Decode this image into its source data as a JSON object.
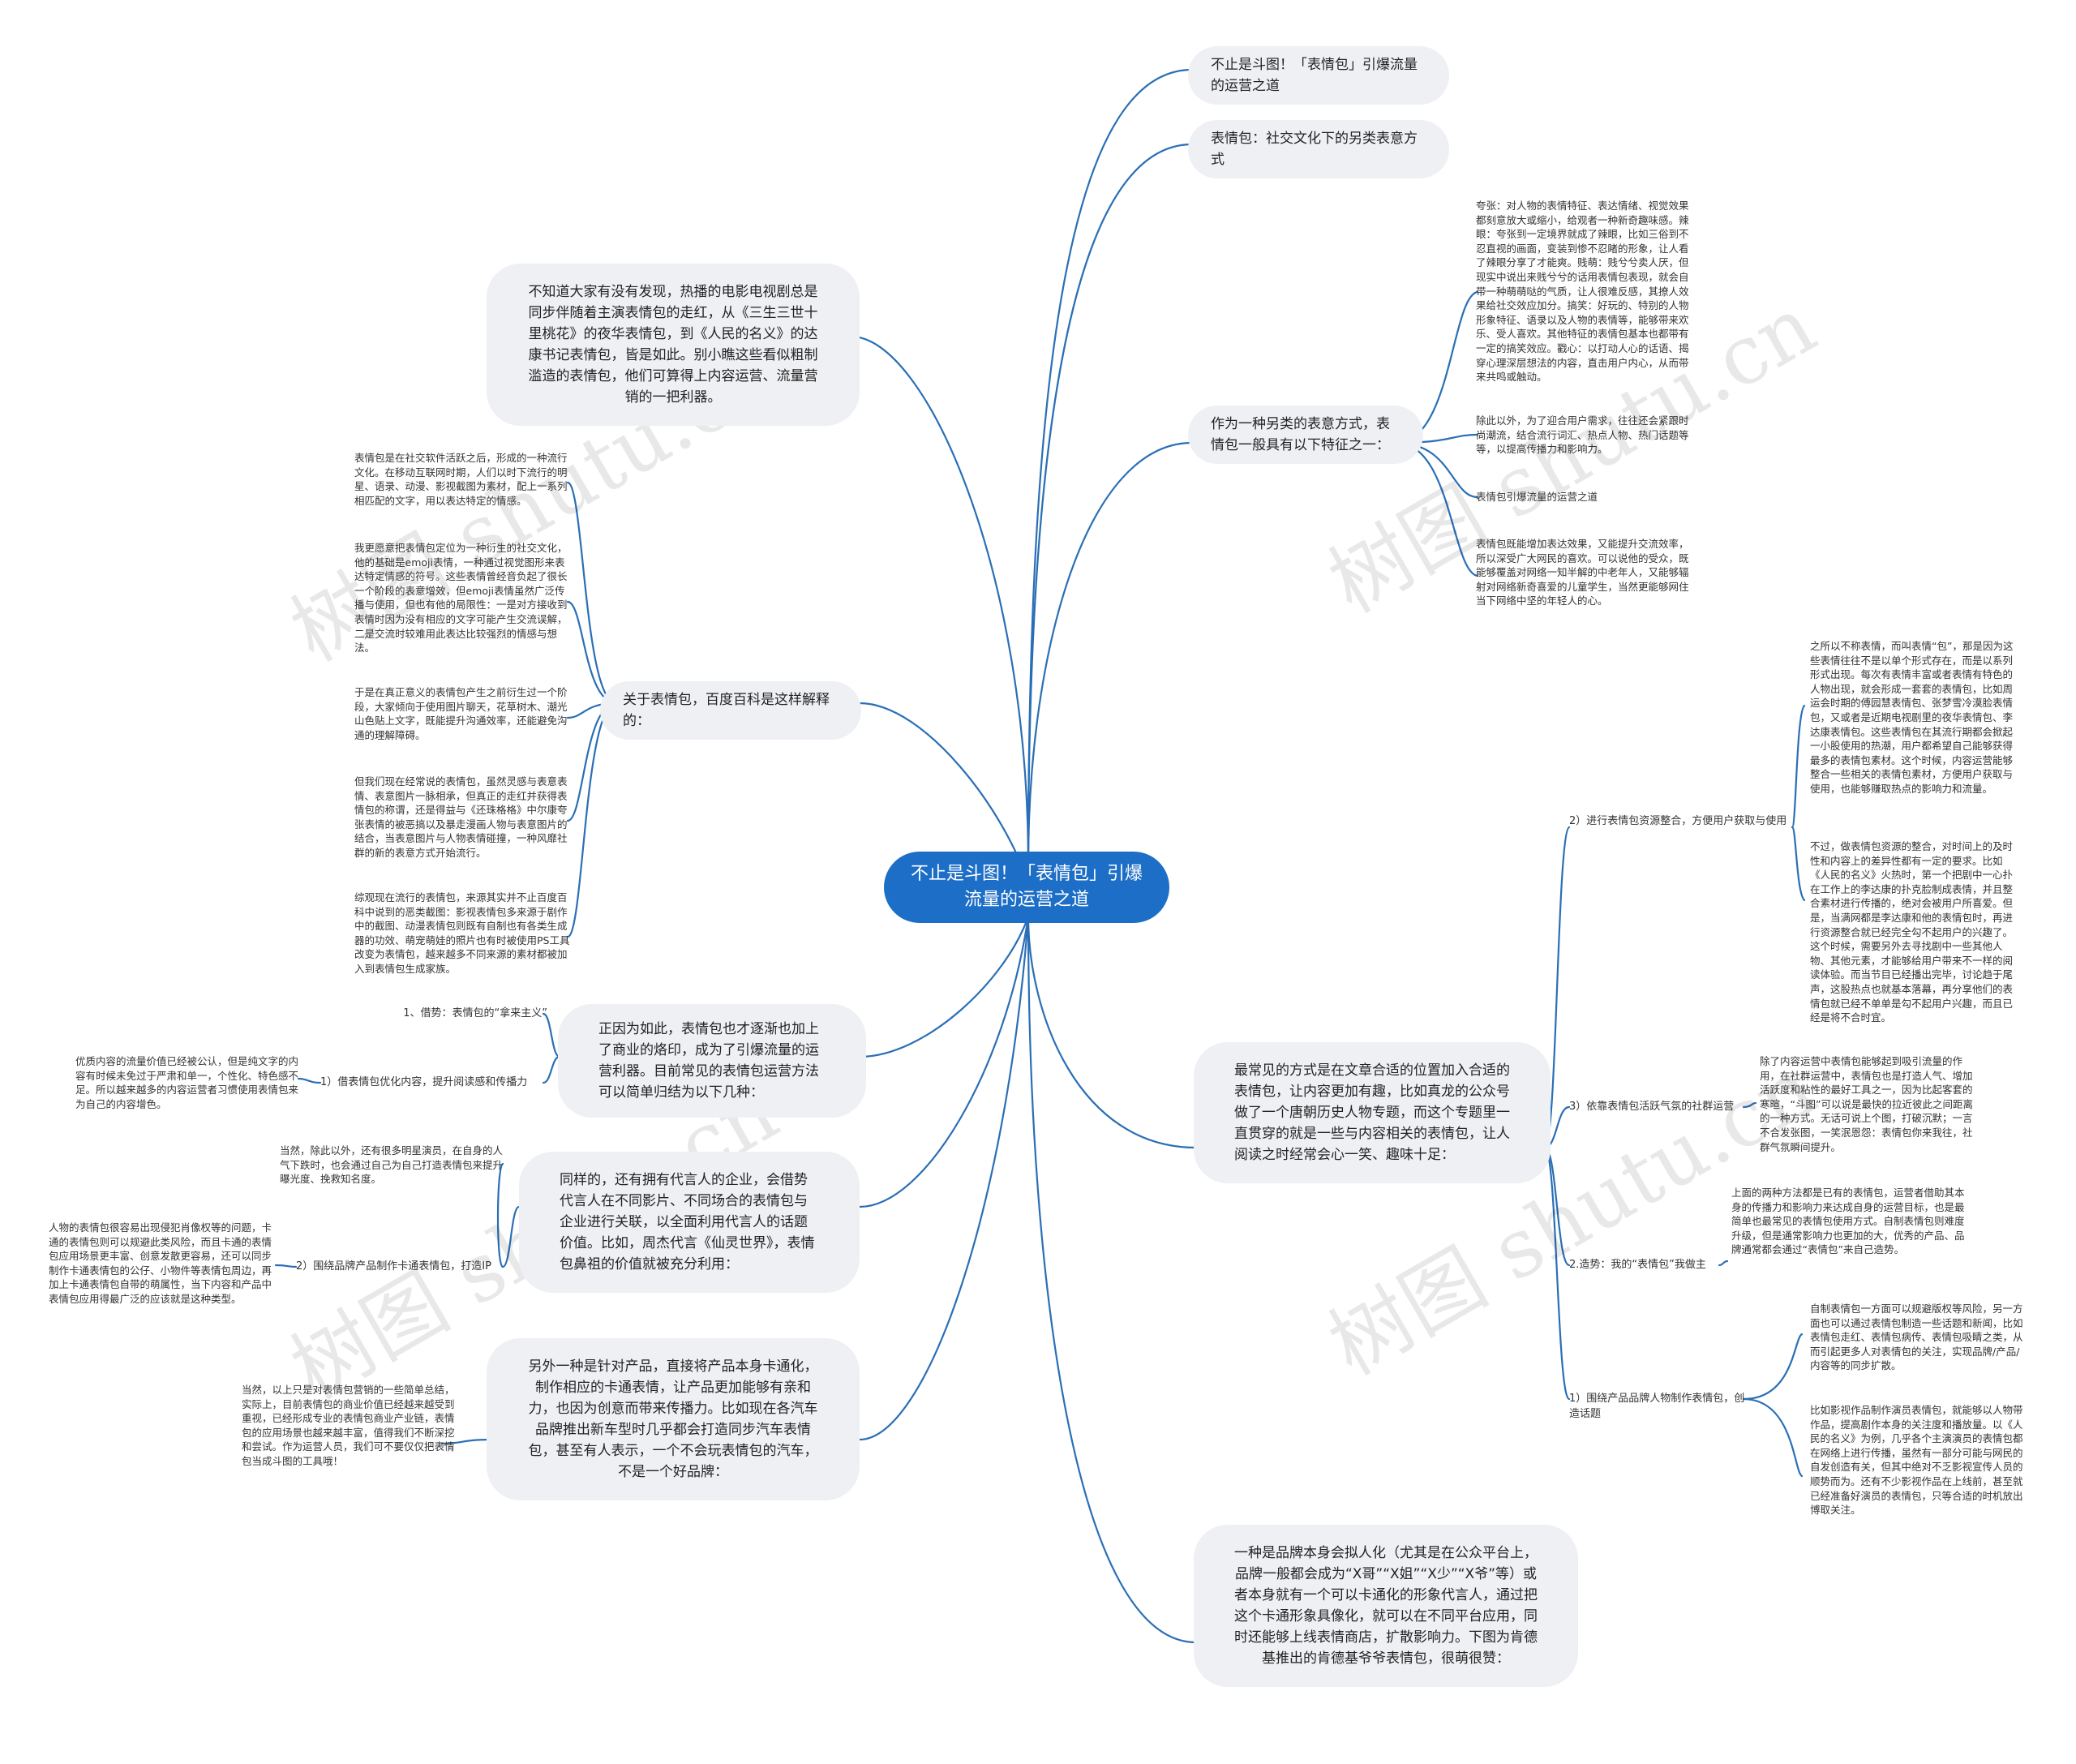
{
  "root": "不止是斗图！「表情包」引爆流量的运营之道",
  "right": {
    "title1": "不止是斗图！「表情包」引爆流量的运营之道",
    "title2": "表情包：社交文化下的另类表意方式",
    "feature_head": "作为一种另类的表意方式，表情包一般具有以下特征之一：",
    "feature_1": "夸张：对人物的表情特征、表达情绪、视觉效果都刻意放大或缩小，给观者一种新奇趣味感。辣眼：夸张到一定境界就成了辣眼，比如三俗到不忍直视的画面，变装到惨不忍睹的形象，让人看了辣眼分享了才能爽。贱萌：贱兮兮卖人厌，但现实中说出来贱兮兮的话用表情包表现，就会自带一种萌萌哒的气质，让人很难反感，其撩人效果给社交效应加分。搞笑：好玩的、特别的人物形象特征、语录以及人物的表情等，能够带来欢乐、受人喜欢。其他特征的表情包基本也都带有一定的搞笑效应。戳心：以打动人心的话语、揭穿心理深层想法的内容，直击用户内心，从而带来共鸣或触动。",
    "feature_2": "除此以外，为了迎合用户需求，往往还会紧跟时尚潮流，结合流行词汇、热点人物、热门话题等等，以提高传播力和影响力。",
    "feature_3": "表情包引爆流量的运营之道",
    "feature_4": "表情包既能增加表达效果，又能提升交流效率，所以深受广大网民的喜欢。可以说他的受众，既能够覆盖对网络一知半解的中老年人，又能够辐射对网络新奇喜爱的儿童学生，当然更能够网住当下网络中坚的年轻人的心。",
    "common_head": "最常见的方式是在文章合适的位置加入合适的表情包，让内容更加有趣，比如真龙的公众号做了一个唐朝历史人物专题，而这个专题里一直贯穿的就是一些与内容相关的表情包，让人阅读之时经常会心一笑、趣味十足：",
    "sub2_label": "2）进行表情包资源整合，方便用户获取与使用",
    "sub2_leaf1": "之所以不称表情，而叫表情“包”，那是因为这些表情往往不是以单个形式存在，而是以系列形式出现。每次有表情丰富或者表情有特色的人物出现，就会形成一套套的表情包，比如周运会时期的傅园慧表情包、张梦雪冷漠脸表情包，又或者是近期电视剧里的夜华表情包、李达康表情包。这些表情包在其流行期都会掀起一小股使用的热潮，用户都希望自己能够获得最多的表情包素材。这个时候，内容运营能够整合一些相关的表情包素材，方便用户获取与使用，也能够赚取热点的影响力和流量。",
    "sub2_leaf2": "不过，做表情包资源的整合，对时间上的及时性和内容上的差异性都有一定的要求。比如《人民的名义》火热时，第一个把剧中一心扑在工作上的李达康的扑克脸制成表情，并且整合素材进行传播的，绝对会被用户所喜爱。但是，当满网都是李达康和他的表情包时，再进行资源整合就已经完全勾不起用户的兴趣了。这个时候，需要另外去寻找剧中一些其他人物、其他元素，才能够给用户带来不一样的阅读体验。而当节目已经播出完毕，讨论趋于尾声，这股热点也就基本落幕，再分享他们的表情包就已经不单单是勾不起用户兴趣，而且已经是将不合时宜。",
    "sub3_label": "3）依靠表情包活跃气氛的社群运营",
    "sub3_leaf": "除了内容运营中表情包能够起到吸引流量的作用，在社群运营中，表情包也是打造人气、增加活跃度和粘性的最好工具之一，因为比起客套的寒暄，“斗图”可以说是最快的拉近彼此之间距离的一种方式。无话可说上个图，打破沉默；一言不合发张图，一笑泯恩怨：表情包你来我往，社群气氛瞬间提升。",
    "sub4_label": "2.造势：我的“表情包”我做主",
    "sub4_leaf": "上面的两种方法都是已有的表情包，运营者借助其本身的传播力和影响力来达成自身的运营目标，也是最简单也最常见的表情包使用方式。自制表情包则难度升级，但是通常影响力也更加的大，优秀的产品、品牌通常都会通过“表情包”来自己造势。",
    "sub5_label": "1）围绕产品品牌人物制作表情包，创造话题",
    "sub5_leaf1": "自制表情包一方面可以规避版权等风险，另一方面也可以通过表情包制造一些话题和新闻，比如表情包走红、表情包病传、表情包吸睛之类，从而引起更多人对表情包的关注，实现品牌/产品/内容等的同步扩散。",
    "sub5_leaf2": "比如影视作品制作演员表情包，就能够以人物带作品，提高剧作本身的关注度和播放量。以《人民的名义》为例，几乎各个主演演员的表情包都在网络上进行传播，虽然有一部分可能与网民的自发创造有关，但其中绝对不乏影视宣传人员的顺势而为。还有不少影视作品在上线前，甚至就已经准备好演员的表情包，只等合适的时机放出博取关注。",
    "bottom_right": "一种是品牌本身会拟人化（尤其是在公众平台上，品牌一般都会成为“X哥”“X姐”“X少”“X爷”等）或者本身就有一个可以卡通化的形象代言人，通过把这个卡通形象具像化，就可以在不同平台应用，同时还能够上线表情商店，扩散影响力。下图为肯德基推出的肯德基爷爷表情包，很萌很赞："
  },
  "left": {
    "top_bubble": "不知道大家有没有发现，热播的电影电视剧总是同步伴随着主演表情包的走红，从《三生三世十里桃花》的夜华表情包，到《人民的名义》的达康书记表情包，皆是如此。别小瞧这些看似粗制滥造的表情包，他们可算得上内容运营、流量营销的一把利器。",
    "baidu_head": "关于表情包，百度百科是这样解释的：",
    "baidu_1": "表情包是在社交软件活跃之后，形成的一种流行文化。在移动互联网时期，人们以时下流行的明星、语录、动漫、影视截图为素材，配上一系列相匹配的文字，用以表达特定的情感。",
    "baidu_2": "我更愿意把表情包定位为一种衍生的社交文化，他的基础是emoji表情，一种通过视觉图形来表达特定情感的符号。这些表情曾经音负起了很长一个阶段的表意增效，但emoji表情虽然广泛传播与使用，但也有他的局限性：一是对方接收到表情时因为没有相应的文字可能产生交流误解，二是交流时较难用此表达比较强烈的情感与想法。",
    "baidu_3": "于是在真正意义的表情包产生之前衍生过一个阶段，大家倾向于使用图片聊天，花草树木、潮光山色贴上文字，既能提升沟通效率，还能避免沟通的理解障碍。",
    "baidu_4": "但我们现在经常说的表情包，虽然灵感与表意表情、表意图片一脉相承，但真正的走红并获得表情包的称谓，还是得益与《还珠格格》中尔康夸张表情的被恶搞以及暴走漫画人物与表意图片的结合，当表意图片与人物表情碰撞，一种风靡社群的新的表意方式开始流行。",
    "baidu_5": "综观现在流行的表情包，来源其实并不止百度百科中说到的恶类截图：影视表情包多来源于剧作中的截图、动漫表情包则既有自制也有各类生成器的功效、萌宠萌娃的照片也有时被使用PS工具改变为表情包，越来越多不同来源的素材都被加入到表情包生成家族。",
    "borrow_head": "正因为如此，表情包也才逐渐也加上了商业的烙印，成为了引爆流量的运营利器。目前常见的表情包运营方法可以简单归结为以下几种：",
    "borrow_label1": "1、借势：表情包的“拿来主义”",
    "borrow_label2": "1）借表情包优化内容，提升阅读感和传播力",
    "borrow_leaf": "优质内容的流量价值已经被公认，但是纯文字的内容有时候未免过于严肃和单一，个性化、特色感不足。所以越来越多的内容运营者习惯使用表情包来为自己的内容增色。",
    "ip_head": "同样的，还有拥有代言人的企业，会借势代言人在不同影片、不同场合的表情包与企业进行关联，以全面利用代言人的话题价值。比如，周杰代言《仙灵世界》，表情包鼻祖的价值就被充分利用：",
    "ip_label": "2）围绕品牌产品制作卡通表情包，打造IP",
    "ip_leaf1": "当然，除此以外，还有很多明星演员，在自身的人气下跌时，也会通过自己为自己打造表情包来提升曝光度、挽救知名度。",
    "ip_leaf2": "人物的表情包很容易出现侵犯肖像权等的问题，卡通的表情包则可以规避此类风险，而且卡通的表情包应用场景更丰富、创意发散更容易，还可以同步制作卡通表情包的公仔、小物件等表情包周边，再加上卡通表情包自带的萌属性，当下内容和产品中表情包应用得最广泛的应该就是这种类型。",
    "car_head": "另外一种是针对产品，直接将产品本身卡通化，制作相应的卡通表情，让产品更加能够有亲和力，也因为创意而带来传播力。比如现在各汽车品牌推出新车型时几乎都会打造同步汽车表情包，甚至有人表示，一个不会玩表情包的汽车，不是一个好品牌：",
    "car_leaf": "当然，以上只是对表情包营销的一些简单总结，实际上，目前表情包的商业价值已经越来越受到重视，已经形成专业的表情包商业产业链，表情包的应用场景也越来越丰富，值得我们不断深挖和尝试。作为运营人员，我们可不要仅仅把表情包当成斗图的工具哦！"
  },
  "watermarks": [
    "树图 shutu.cn",
    "树图 shutu.cn",
    "树图 shutu.cn",
    "树图 shutu.cn"
  ],
  "colors": {
    "edge": "#2a6fb5",
    "root_bg": "#1d6ec7",
    "bubble_bg": "#eef0f3"
  }
}
